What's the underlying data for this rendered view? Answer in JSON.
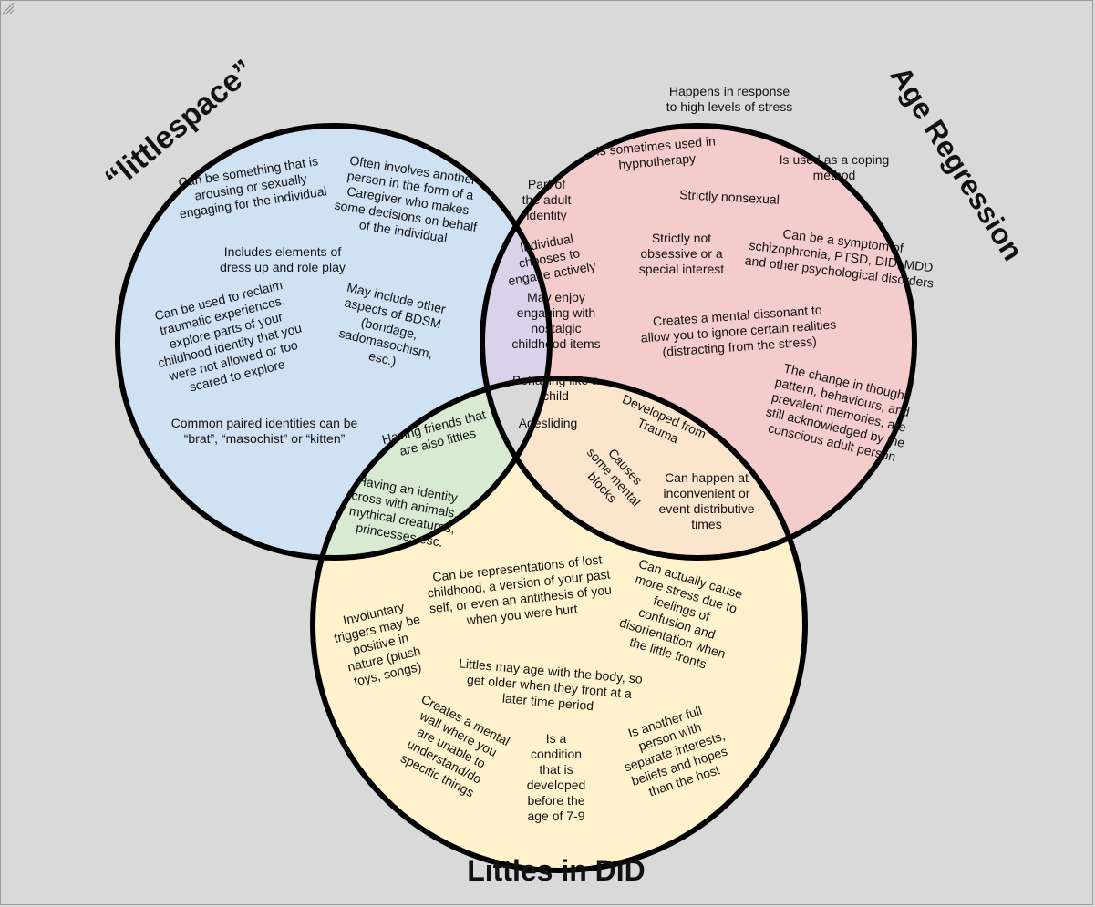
{
  "colors": {
    "littlespace_fill": "#cfe2f3",
    "age_regression_fill": "#f4cccc",
    "littles_fill": "#fff2cc",
    "ls_ar_overlap": "#d9d2e9",
    "ls_lit_overlap": "#d9ead3",
    "ar_lit_overlap": "#fce5cd",
    "center_overlap": "#d9d9d9",
    "outline": "#000000"
  },
  "titles": {
    "littlespace": "“littlespace”",
    "age_regression": "Age\nRegression",
    "littles_in_did": "Littles in DID"
  },
  "littlespace": {
    "arousing": "Can be something that is\narousing or sexually\nengaging for the individual",
    "caregiver": "Often involves another\nperson in the form of a\nCaregiver who makes\nsome decisions on behalf\nof the individual",
    "dress_up": "Includes elements of\ndress up and role play",
    "reclaim": "Can be used to reclaim\ntraumatic experiences,\nexplore parts of your\nchildhood identity that you\nwere not allowed or too\nscared to explore",
    "bdsm": "May include other\naspects of BDSM\n(bondage,\nsadomasochism,\nesc.)",
    "paired": "Common paired identities can be\n“brat”, “masochist” or “kitten”"
  },
  "age_regression": {
    "stress": "Happens in response\nto high levels of stress",
    "hypnotherapy": "Is sometimes used in\nhypnotherapy",
    "coping": "Is used as a coping\nmethod",
    "nonsexual": "Strictly nonsexual",
    "not_obsessive": "Strictly not\nobsessive or a\nspecial interest",
    "symptom": "Can be a symptom of\nschizophrenia, PTSD, DID, MDD\nand other psychological disorders",
    "dissonant": "Creates a mental dissonant to\nallow you to ignore certain realities\n(distracting from the stress)",
    "change": "The change in thought\npattern, behaviours, and\nprevalent memories, are\nstill acknowledged by the\nconscious adult person"
  },
  "littlespace_age_regression": {
    "adult_identity": "Part of\nthe adult\nidentity",
    "engage": "Individual\nchooses to\nengage actively",
    "nostalgic": "May enjoy\nengaging with\nnostalgic\nchildhood items"
  },
  "center": {
    "behaving": "Behaving like a\nchild",
    "agesliding": "Agesliding"
  },
  "littlespace_littles": {
    "friends": "Having friends that\nare also littles",
    "identity": "Having an identity\ncross with animals,\nmythical creatures,\nprincesses esc."
  },
  "age_regression_littles": {
    "trauma": "Developed from\nTrauma",
    "blocks": "Causes\nsome mental\nblocks",
    "inconvenient": "Can happen at\ninconvenient or\nevent distributive\ntimes"
  },
  "littles": {
    "representations": "Can be representations of lost\nchildhood, a version of your past\nself, or even an antithesis of you\nwhen you were hurt",
    "more_stress": "Can actually cause\nmore stress due to\nfeelings of\nconfusion and\ndisorientation when\nthe little fronts",
    "triggers": "Involuntary\ntriggers may be\npositive in\nnature (plush\ntoys, songs)",
    "age_body": "Littles may age with the body, so\nget older when they front at a\nlater time period",
    "mental_wall": "Creates a mental\nwall where you\nare unable to\nunderstand/do\nspecific things",
    "condition": "Is a\ncondition\nthat is\ndeveloped\nbefore the\nage of 7-9",
    "full_person": "Is another full\nperson with\nseparate interests,\nbeliefs and hopes\nthan the host"
  }
}
